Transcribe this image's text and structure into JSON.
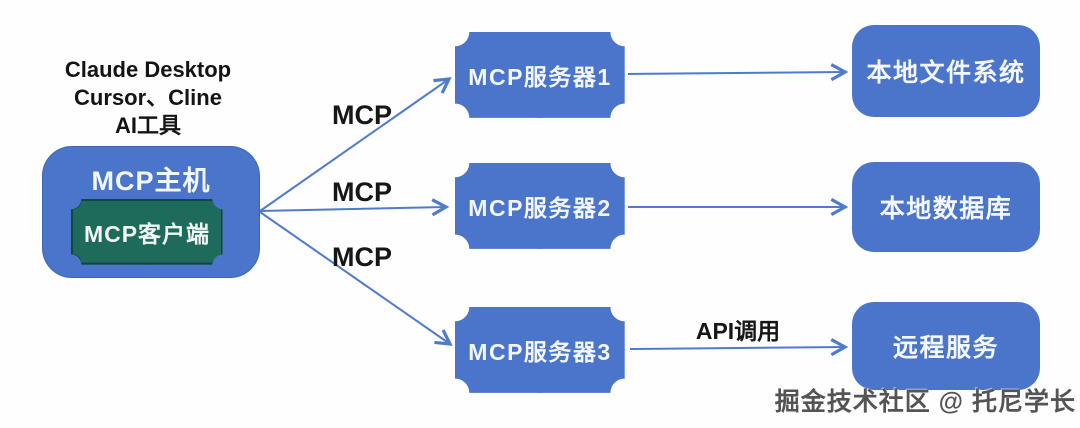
{
  "colors": {
    "node_blue": "#4a75ca",
    "client_green": "#1e6a5b",
    "client_green_border": "#11483e",
    "arrow_blue": "#4f7bce",
    "label_black": "#161616",
    "node_text_white": "#f4f7ff",
    "watermark_gray": "#545454"
  },
  "host": {
    "caption_lines": [
      "Claude Desktop",
      "Cursor、Cline",
      "AI工具"
    ],
    "title": "MCP主机",
    "client_label": "MCP客户端"
  },
  "servers": [
    {
      "label": "MCP服务器1"
    },
    {
      "label": "MCP服务器2"
    },
    {
      "label": "MCP服务器3"
    }
  ],
  "resources": [
    {
      "label": "本地文件系统"
    },
    {
      "label": "本地数据库"
    },
    {
      "label": "远程服务"
    }
  ],
  "edges": {
    "host_to_server_labels": [
      "MCP",
      "MCP",
      "MCP"
    ],
    "server3_to_remote_label": "API调用"
  },
  "watermark": "掘金技术社区 @ 托尼学长"
}
